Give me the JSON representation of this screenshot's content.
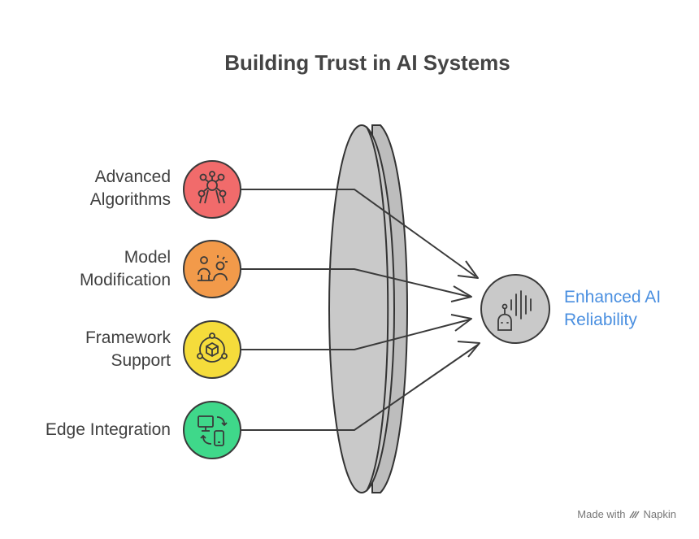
{
  "title": "Building Trust in AI Systems",
  "inputs": [
    {
      "line1": "Advanced",
      "line2": "Algorithms",
      "icon": "atom-structure-icon",
      "color": "#f16b6b"
    },
    {
      "line1": "Model",
      "line2": "Modification",
      "icon": "workers-icon",
      "color": "#f29a4a"
    },
    {
      "line1": "Framework",
      "line2": "Support",
      "icon": "network-box-icon",
      "color": "#f5dc3b"
    },
    {
      "line1": "Edge Integration",
      "line2": "",
      "icon": "device-sync-icon",
      "color": "#3fd88a"
    }
  ],
  "output": {
    "line1": "Enhanced AI",
    "line2": "Reliability",
    "icon": "robot-voice-icon"
  },
  "credit": {
    "prefix": "Made with",
    "brand": "Napkin"
  }
}
